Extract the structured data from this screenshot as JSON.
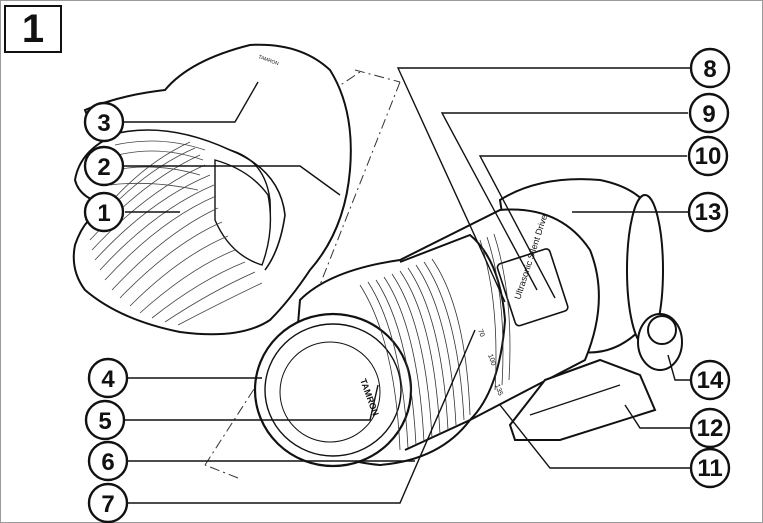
{
  "figure": {
    "number": "1"
  },
  "callouts": [
    "1",
    "2",
    "3",
    "4",
    "5",
    "6",
    "7",
    "8",
    "9",
    "10",
    "11",
    "12",
    "13",
    "14"
  ],
  "lens_markings": {
    "hood_brand": "TAMRON",
    "barrel_brand": "TAMRON",
    "motor_text": "Ultrasonic Silent Drive",
    "zoom_scale": [
      "70",
      "100",
      "135"
    ]
  },
  "colors": {
    "line": "#111111",
    "frame": "#9a9a9a",
    "background": "#ffffff"
  }
}
